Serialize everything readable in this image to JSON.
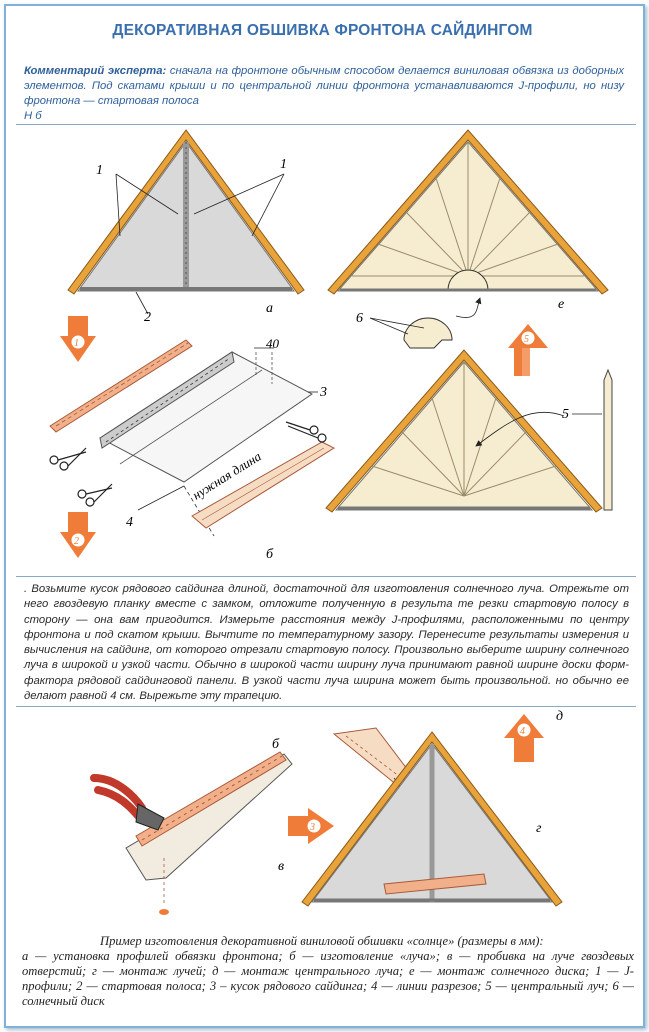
{
  "title": "ДЕКОРАТИВНАЯ ОБШИВКА ФРОНТОНА САЙДИНГОМ",
  "comment": {
    "label": "Комментарий эксперта:",
    "text": "сначала на фронтоне обычным способом делается виниловая обвязка из доборных элементов. Под скатами крыши и по центральной линии фронтона устанавливаются J-профили, но низу фронтона — стартовая полоса",
    "clipped_line": "Н                                    б"
  },
  "figure_top": {
    "labels": {
      "one_left": "1",
      "one_right": "1",
      "two": "2",
      "a": "а",
      "e": "е",
      "six": "6",
      "five": "5",
      "forty": "40",
      "three": "3",
      "four": "4",
      "b": "б",
      "needed_length": "нужная длина"
    },
    "steps": {
      "step1": "1",
      "step2": "2",
      "step5": "5"
    }
  },
  "instructions": ". Возьмите кусок рядового сайдинга длиной, достаточной для изготовления солнечного луча. Отрежьте от него гвоздевую планку вместе с замком, отложите полученную в результа те резки стартовую полосу в сторону — она вам пригодится. Измерьте расстояния между J-профилями, расположенными по центру фронтона и под скатом крыши. Вычтите по температурному зазору. Перенесите результаты измерения и вычисления на сайдинг, от которого отрезали стартовую полосу. Произвольно выберите ширину солнечного луча в широкой и узкой части. Обычно в широкой части ширину луча принимают равной ширине доски форм-фактора рядовой сайдинговой панели. В узкой части луча ширина может быть произвольной. но обычно ее делают равной 4 см. Вырежьте эту трапецию.",
  "figure_bottom": {
    "labels": {
      "b": "б",
      "v": "в",
      "d": "д",
      "g": "г"
    },
    "steps": {
      "step3": "3",
      "step4": "4"
    }
  },
  "caption": {
    "line1": "Пример изготовления декоративной виниловой обшивки «солнце» (размеры в мм):",
    "rest": "а — установка профилей обвязки фронтона; б — изготовление «луча»; в — пробивка на луче гвоздевых отверстий; г — монтаж лучей; д — монтаж центрального луча; е — монтаж солнечного диска; 1 — J-профили; 2 — стартовая полоса; 3 – кусок рядового сайдинга; 4 — линии разрезов; 5 — центральный луч; 6 — солнечный диск"
  },
  "colors": {
    "accent_blue": "#3a6fae",
    "roof_orange": "#e8a33a",
    "arrow_orange": "#f07c3a"
  }
}
